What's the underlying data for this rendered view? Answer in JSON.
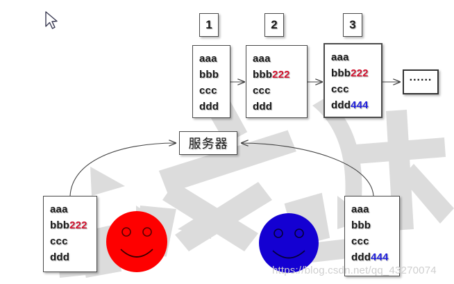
{
  "diagram": {
    "title_hidden": "",
    "step_labels": [
      {
        "name": "step-1",
        "text": "1"
      },
      {
        "name": "step-2",
        "text": "2"
      },
      {
        "name": "step-3",
        "text": "3"
      }
    ],
    "version_boxes": [
      {
        "name": "version-box-1",
        "rows": [
          {
            "base": "aaa",
            "added": "",
            "added_color": ""
          },
          {
            "base": "bbb",
            "added": "",
            "added_color": ""
          },
          {
            "base": "ccc",
            "added": "",
            "added_color": ""
          },
          {
            "base": "ddd",
            "added": "",
            "added_color": ""
          }
        ]
      },
      {
        "name": "version-box-2",
        "rows": [
          {
            "base": "aaa",
            "added": "",
            "added_color": ""
          },
          {
            "base": "bbb",
            "added": "222",
            "added_color": "#d2122e"
          },
          {
            "base": "ccc",
            "added": "",
            "added_color": ""
          },
          {
            "base": "ddd",
            "added": "",
            "added_color": ""
          }
        ]
      },
      {
        "name": "version-box-3",
        "rows": [
          {
            "base": "aaa",
            "added": "",
            "added_color": ""
          },
          {
            "base": "bbb",
            "added": "222",
            "added_color": "#d2122e"
          },
          {
            "base": "ccc",
            "added": "",
            "added_color": ""
          },
          {
            "base": "ddd",
            "added": "444",
            "added_color": "#2222dd"
          }
        ]
      }
    ],
    "ellipsis_box": {
      "name": "more-versions-box",
      "text": "......"
    },
    "server": {
      "name": "server-node",
      "label": "服务器"
    },
    "client_left": {
      "name": "client-left-file",
      "rows": [
        {
          "base": "aaa",
          "added": "",
          "added_color": ""
        },
        {
          "base": "bbb",
          "added": "222",
          "added_color": "#d2122e"
        },
        {
          "base": "ccc",
          "added": "",
          "added_color": ""
        },
        {
          "base": "ddd",
          "added": "",
          "added_color": ""
        }
      ]
    },
    "client_right": {
      "name": "client-right-file",
      "rows": [
        {
          "base": "aaa",
          "added": "",
          "added_color": ""
        },
        {
          "base": "bbb",
          "added": "",
          "added_color": ""
        },
        {
          "base": "ccc",
          "added": "",
          "added_color": ""
        },
        {
          "base": "ddd",
          "added": "444",
          "added_color": "#2222dd"
        }
      ]
    },
    "users": [
      {
        "name": "user-red",
        "color": "#fe0000",
        "label": "red-user-face"
      },
      {
        "name": "user-blue",
        "color": "#1400d2",
        "label": "blue-user-face"
      }
    ],
    "watermark_url": "https://blog.csdn.net/qq_43270074",
    "colors": {
      "red_highlight": "#d2122e",
      "blue_highlight": "#2222dd",
      "box_border": "#4a4a4a",
      "arrow": "#444444",
      "watermark_gray": "#dcdcdc"
    }
  }
}
